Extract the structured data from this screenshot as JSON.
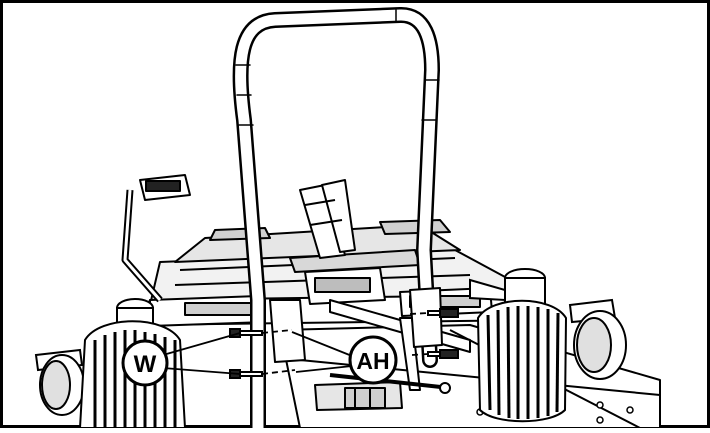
{
  "figure": {
    "callouts": [
      {
        "id": "W",
        "label": "W"
      },
      {
        "id": "AH",
        "label": "AH"
      }
    ]
  },
  "colors": {
    "line": "#000000",
    "paper": "#ffffff",
    "shade": "#d9d9d9",
    "dark": "#1a1a1a"
  }
}
